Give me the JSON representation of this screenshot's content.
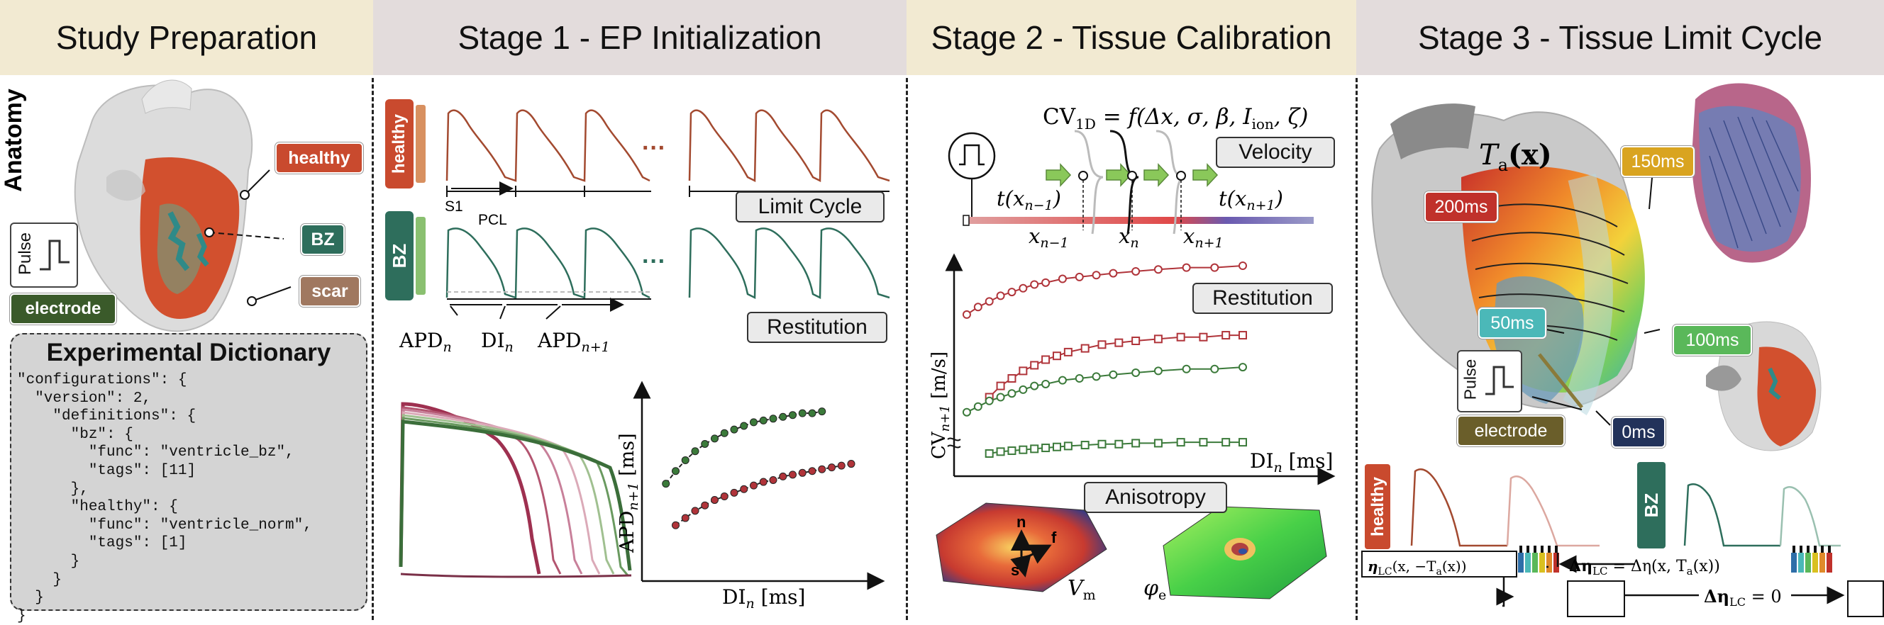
{
  "headers": [
    {
      "title": "Study Preparation",
      "bg": "#f2ead2"
    },
    {
      "title": "Stage 1 - EP Initialization",
      "bg": "#e3dcdc"
    },
    {
      "title": "Stage 2 - Tissue Calibration",
      "bg": "#f2ead2"
    },
    {
      "title": "Stage 3 - Tissue Limit Cycle",
      "bg": "#e3dcdc"
    }
  ],
  "prep": {
    "anatomy_label": "Anatomy",
    "tags": {
      "healthy": "healthy",
      "bz": "BZ",
      "scar": "scar",
      "electrode": "electrode",
      "pulse": "Pulse"
    },
    "dictionary_title": "Experimental Dictionary",
    "dictionary_code": "\"configurations\": {\n  \"version\": 2,\n    \"definitions\": {\n      \"bz\": {\n        \"func\": \"ventricle_bz\",\n        \"tags\": [11]\n      },\n      \"healthy\": {\n        \"func\": \"ventricle_norm\",\n        \"tags\": [1]\n      }\n    }\n  }\n}"
  },
  "stage1": {
    "healthy_label": "healthy",
    "bz_label": "BZ",
    "ellipsis": "···",
    "s1_label": "S1",
    "pcl_label": "PCL",
    "limit_cycle_label": "Limit Cycle",
    "restitution_label": "Restitution",
    "apd_n": "APD",
    "apd_n_sub": "n",
    "di_n": "DI",
    "di_n_sub": "n",
    "apd_n1": "APD",
    "apd_n1_sub": "n+1",
    "ylabel": "APD",
    "ylabel_sub": "n+1",
    "ylabel_unit": " [ms]",
    "xlabel": "DI",
    "xlabel_sub": "n",
    "xlabel_unit": " [ms]"
  },
  "stage2": {
    "formula": "CV",
    "formula_sub": "1D",
    "formula_rest": " = f(Δx, σ, β, I",
    "formula_ion": "ion",
    "formula_end": ", ζ)",
    "velocity_label": "Velocity",
    "t_prev": "t(x",
    "t_prev_sub": "n−1",
    "t_next": "t(x",
    "t_next_sub": "n+1",
    "x_prev": "x",
    "x_prev_sub": "n−1",
    "x_n": "x",
    "x_n_sub": "n",
    "x_next": "x",
    "x_next_sub": "n+1",
    "restitution_label": "Restitution",
    "ylabel": "CV",
    "ylabel_sub": "n+1",
    "ylabel_unit": " [m/s]",
    "xlabel": "DI",
    "xlabel_sub": "n",
    "xlabel_unit": " [ms]",
    "anisotropy_label": "Anisotropy",
    "n_label": "n",
    "f_label": "f",
    "s_label": "s",
    "vm_label": "V",
    "vm_sub": "m",
    "phi_label": "φ",
    "phi_sub": "e"
  },
  "stage3": {
    "ta_label": "T",
    "ta_sub": "a",
    "ta_rest": "(x)",
    "times": {
      "t200": "200ms",
      "t150": "150ms",
      "t50": "50ms",
      "t100": "100ms",
      "t0": "0ms"
    },
    "pulse_label": "Pulse",
    "electrode_label": "electrode",
    "healthy_label": "healthy",
    "bz_label": "BZ",
    "eta_box": "η",
    "eta_box_sub": "LC",
    "eta_box_rest": "(x, −T",
    "eta_box_sub2": "a",
    "eta_box_end": "(x))",
    "delta_eq": "Δη",
    "delta_eq_sub": "LC",
    "delta_eq_rest": " = Δη(x, T",
    "delta_eq_sub2": "a",
    "delta_eq_end": "(x))",
    "delta_zero": "Δη",
    "delta_zero_sub": "LC",
    "delta_zero_rest": " = 0"
  },
  "colors": {
    "healthy": "#b5472f",
    "bz": "#2e6e5c",
    "scar": "#a07860",
    "electrode": "#3a5a2a",
    "t200": "#c0312b",
    "t150": "#d9a420",
    "t50": "#4bb8b8",
    "t100": "#5ab85a",
    "t0": "#22325a",
    "restitution_healthy": "#b0343a",
    "restitution_bz": "#3b7a3a"
  },
  "chart_data": [
    {
      "type": "scatter",
      "title": "",
      "xlabel": "DIn [ms]",
      "ylabel": "APDn+1 [ms]",
      "series": [
        {
          "name": "",
          "color": "#3b7a3a",
          "x": [
            0.05,
            0.1,
            0.15,
            0.2,
            0.25,
            0.3,
            0.35,
            0.4,
            0.45,
            0.5,
            0.55,
            0.6,
            0.65,
            0.7,
            0.75,
            0.8,
            0.85
          ],
          "y": [
            0.48,
            0.55,
            0.61,
            0.66,
            0.7,
            0.73,
            0.76,
            0.78,
            0.8,
            0.82,
            0.83,
            0.84,
            0.85,
            0.86,
            0.87,
            0.87,
            0.88
          ]
        },
        {
          "name": "",
          "color": "#b0343a",
          "x": [
            0.1,
            0.15,
            0.2,
            0.25,
            0.3,
            0.35,
            0.4,
            0.45,
            0.5,
            0.55,
            0.6,
            0.65,
            0.7,
            0.75,
            0.8,
            0.85,
            0.9,
            0.95,
            1.0
          ],
          "y": [
            0.25,
            0.29,
            0.33,
            0.36,
            0.39,
            0.41,
            0.43,
            0.45,
            0.47,
            0.49,
            0.5,
            0.52,
            0.53,
            0.54,
            0.55,
            0.56,
            0.57,
            0.58,
            0.59
          ]
        }
      ]
    },
    {
      "type": "scatter",
      "title": "",
      "xlabel": "DIn [ms]",
      "ylabel": "CVn+1 [m/s]",
      "series": [
        {
          "name": "",
          "marker": "circle",
          "color": "#b0343a",
          "x": [
            0.02,
            0.06,
            0.1,
            0.14,
            0.18,
            0.22,
            0.26,
            0.3,
            0.36,
            0.42,
            0.48,
            0.54,
            0.62,
            0.7,
            0.8,
            0.9,
            1.0
          ],
          "y": [
            0.74,
            0.78,
            0.81,
            0.84,
            0.86,
            0.88,
            0.9,
            0.91,
            0.93,
            0.94,
            0.95,
            0.96,
            0.97,
            0.98,
            0.99,
            0.99,
            1.0
          ]
        },
        {
          "name": "",
          "marker": "square",
          "color": "#b0343a",
          "x": [
            0.1,
            0.14,
            0.18,
            0.22,
            0.26,
            0.3,
            0.34,
            0.38,
            0.44,
            0.5,
            0.56,
            0.62,
            0.7,
            0.78,
            0.86,
            0.94,
            1.0
          ],
          "y": [
            0.3,
            0.36,
            0.4,
            0.44,
            0.47,
            0.5,
            0.52,
            0.54,
            0.56,
            0.58,
            0.59,
            0.6,
            0.61,
            0.62,
            0.62,
            0.63,
            0.63
          ]
        },
        {
          "name": "",
          "marker": "circle",
          "color": "#3b7a3a",
          "x": [
            0.02,
            0.06,
            0.1,
            0.14,
            0.18,
            0.22,
            0.26,
            0.3,
            0.36,
            0.42,
            0.48,
            0.54,
            0.62,
            0.7,
            0.8,
            0.9,
            1.0
          ],
          "y": [
            0.22,
            0.25,
            0.28,
            0.3,
            0.32,
            0.34,
            0.36,
            0.37,
            0.39,
            0.4,
            0.41,
            0.42,
            0.43,
            0.44,
            0.45,
            0.45,
            0.46
          ]
        },
        {
          "name": "",
          "marker": "square",
          "color": "#3b7a3a",
          "x": [
            0.1,
            0.14,
            0.18,
            0.22,
            0.26,
            0.3,
            0.34,
            0.38,
            0.44,
            0.5,
            0.56,
            0.62,
            0.7,
            0.78,
            0.86,
            0.94,
            1.0
          ],
          "y": [
            0.0,
            0.01,
            0.015,
            0.02,
            0.025,
            0.03,
            0.035,
            0.04,
            0.045,
            0.05,
            0.05,
            0.055,
            0.055,
            0.06,
            0.06,
            0.06,
            0.06
          ]
        }
      ]
    }
  ]
}
